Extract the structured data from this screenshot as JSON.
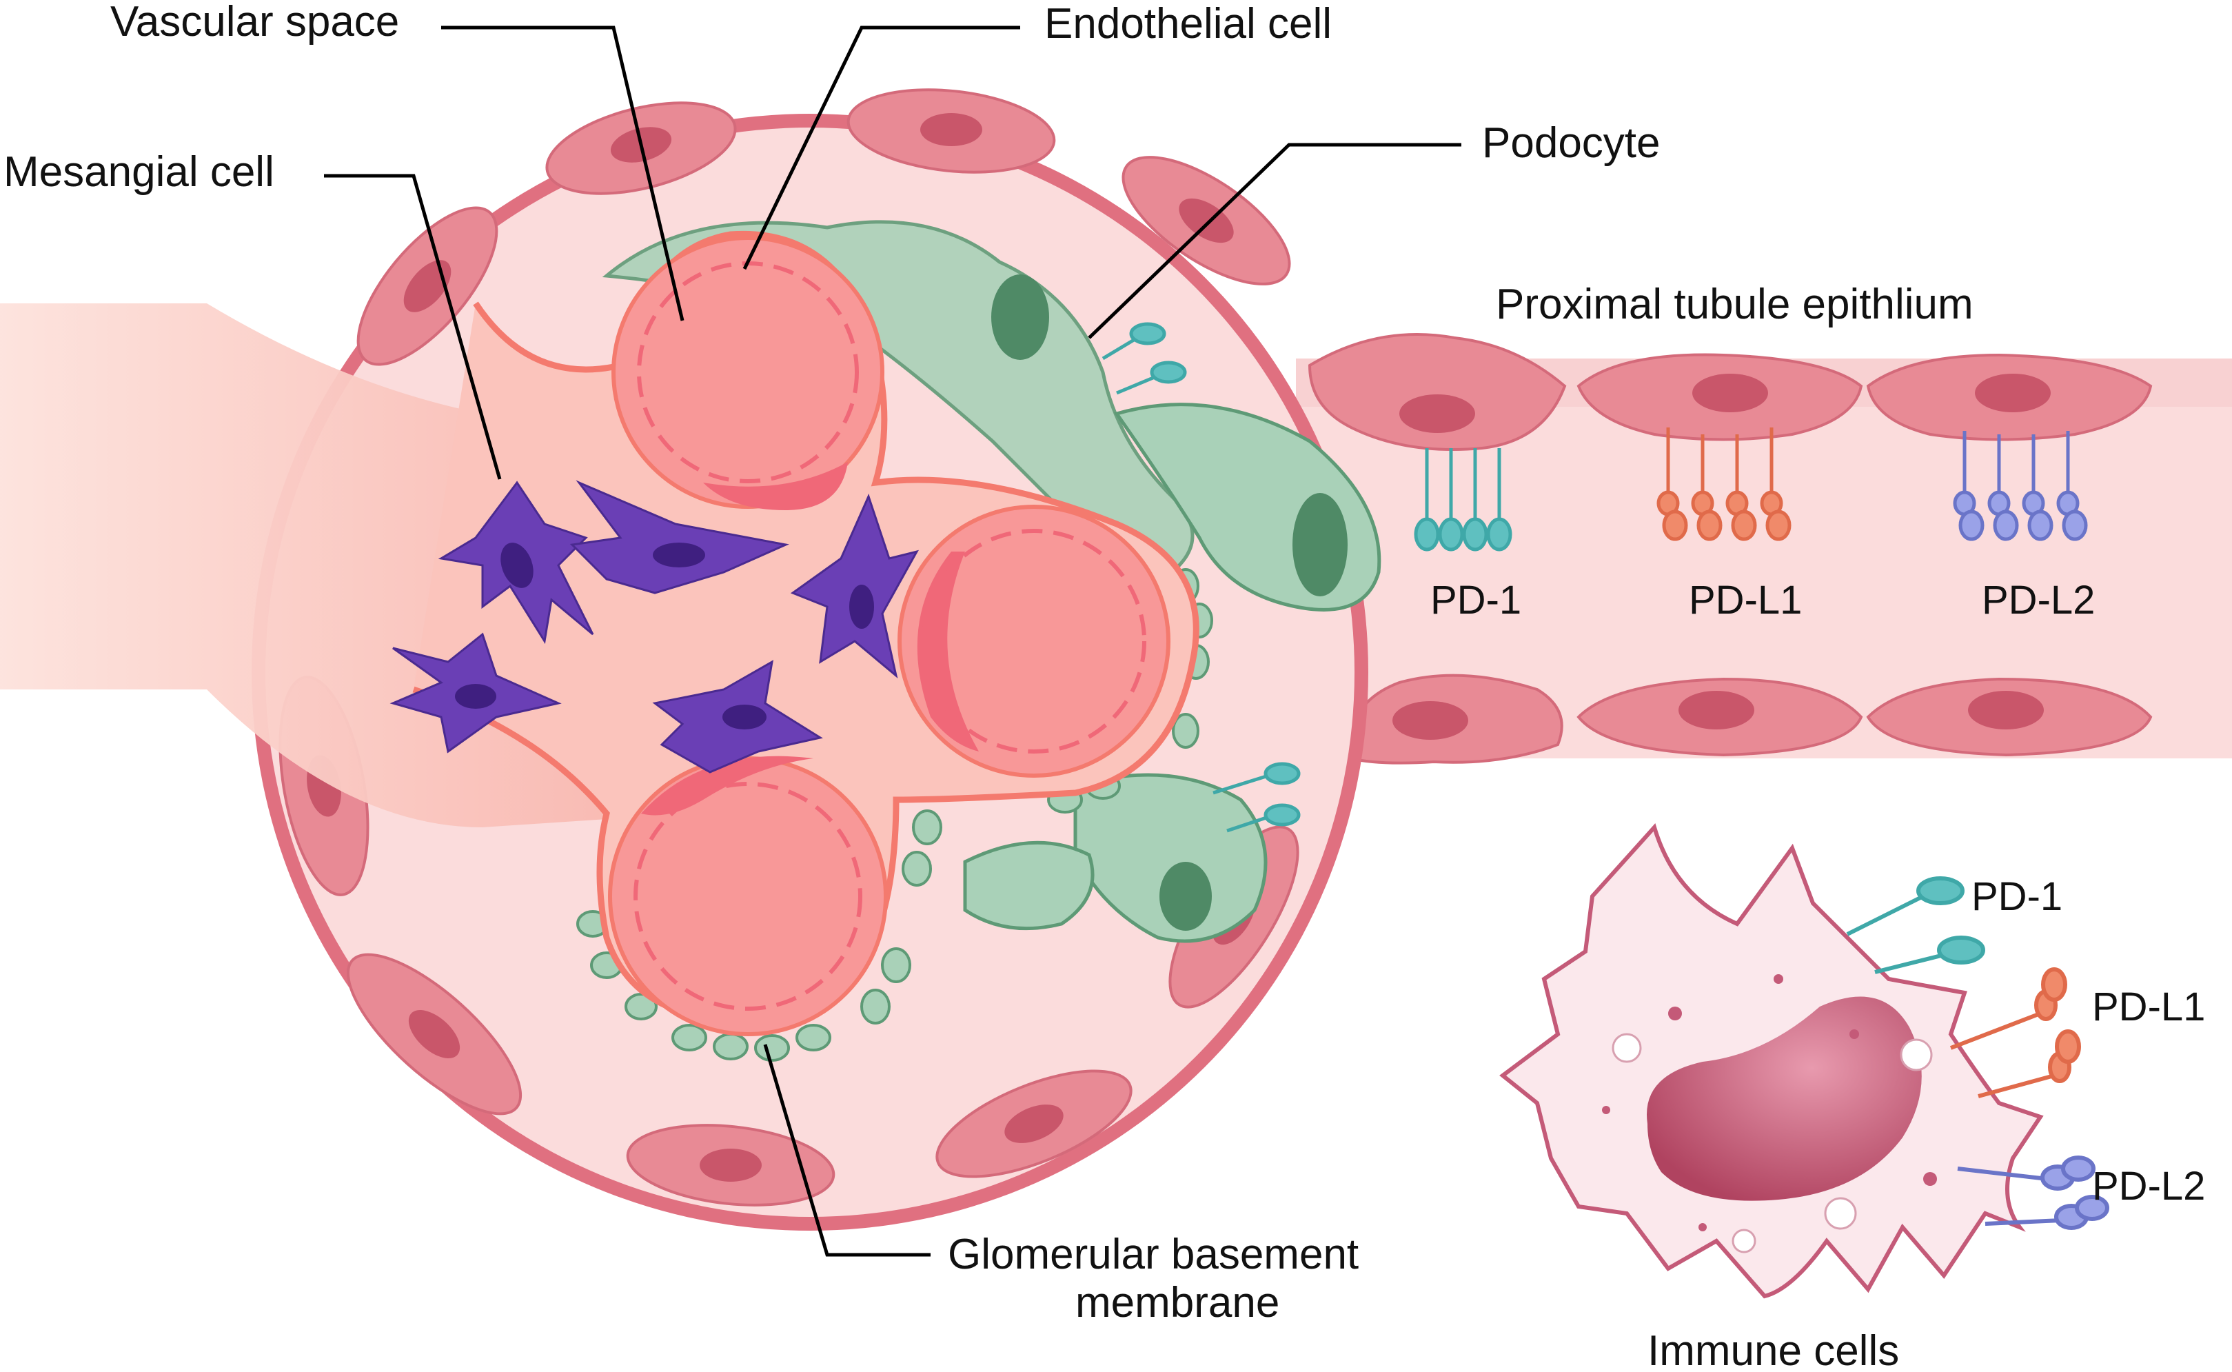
{
  "labels": {
    "vascular_space": "Vascular space",
    "endothelial_cell": "Endothelial cell",
    "mesangial_cell": "Mesangial cell",
    "podocyte": "Podocyte",
    "proximal_tubule": "Proximal tubule epithlium",
    "tubule_pd1": "PD-1",
    "tubule_pdl1": "PD-L1",
    "tubule_pdl2": "PD-L2",
    "gbm_line1": "Glomerular basement",
    "gbm_line2": "membrane",
    "immune_pd1": "PD-1",
    "immune_pdl1": "PD-L1",
    "immune_pdl2": "PD-L2",
    "immune_cells": "Immune cells"
  },
  "colors": {
    "capsule": "#e07080",
    "capsule_fill": "#fbdcdc",
    "bowman_cell": "#e88a95",
    "bowman_nucleus": "#c9566a",
    "capillary": "#f89898",
    "capillary_edge": "#f47a6e",
    "podocyte": "#a9d1b8",
    "podocyte_edge": "#5e9a76",
    "podocyte_nucleus": "#4f8a66",
    "mesangial": "#6a3fb5",
    "mesangial_nucleus": "#3f1f80",
    "pd1": "#3fa8a8",
    "pdl1": "#e06a4a",
    "pdl2": "#7a84d8",
    "immune_cell": "#fbe8ec",
    "immune_nucleus": "#c05070"
  },
  "icons": [
    "glomerulus-illustration",
    "proximal-tubule-illustration",
    "immune-cell-illustration"
  ]
}
